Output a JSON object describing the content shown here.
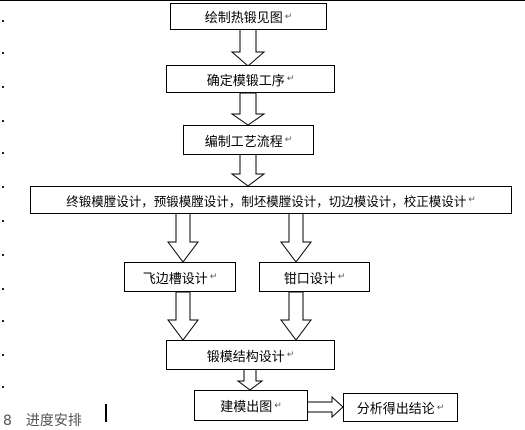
{
  "flowchart": {
    "steps": {
      "draw_hot_forging": "绘制热锻见图",
      "determine_process": "确定模锻工序",
      "process_card": "编制工艺流程",
      "die_design": "终锻模膛设计，预锻模膛设计，制坯模膛设计，切边模设计，校正模设计",
      "flash_gutter": "飞边槽设计",
      "jaw_design": "钳口设计",
      "die_structure": "锻模结构设计",
      "draw_die": "建模出图",
      "analysis": "分析得出结论"
    },
    "paragraph_mark": "↵"
  },
  "footer": {
    "number": "8",
    "text": "进度安排"
  },
  "colors": {
    "line": "#000000",
    "background": "#ffffff"
  }
}
